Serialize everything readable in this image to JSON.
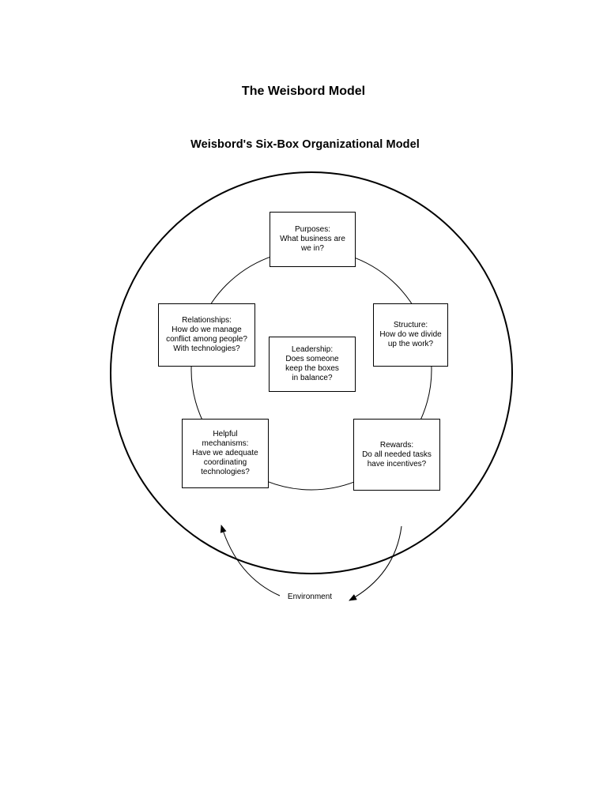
{
  "page_title": "The Weisbord Model",
  "diagram_title": "Weisbord's Six-Box Organizational Model",
  "boxes": {
    "purposes": "Purposes:\nWhat business are\nwe in?",
    "structure": "Structure:\nHow do we divide\nup the work?",
    "relationships": "Relationships:\nHow do we manage\nconflict among people?\nWith technologies?",
    "leadership": "Leadership:\nDoes someone\nkeep the boxes\nin balance?",
    "mechanisms": "Helpful\nmechanisms:\nHave we adequate\ncoordinating\ntechnologies?",
    "rewards": "Rewards:\nDo all needed tasks\nhave incentives?"
  },
  "environment_label": "Environment"
}
